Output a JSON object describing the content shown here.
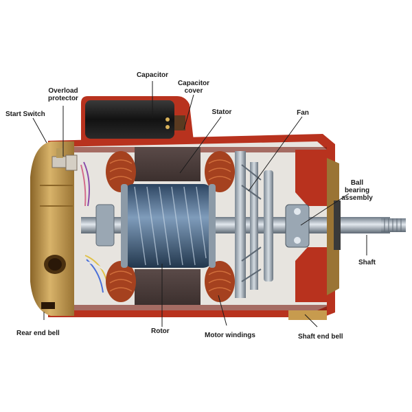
{
  "labels": {
    "capacitor": "Capacitor",
    "capacitor_cover": "Capacitor\ncover",
    "overload_protector": "Overload\nprotector",
    "start_switch": "Start Switch",
    "stator": "Stator",
    "fan": "Fan",
    "ball_bearing_assembly": "Ball\nbearing\nassembly",
    "shaft": "Shaft",
    "rear_end_bell": "Rear end bell",
    "rotor": "Rotor",
    "motor_windings": "Motor windings",
    "shaft_end_bell": "Shaft end bell"
  },
  "colors": {
    "housing_red": "#b8321e",
    "housing_dark": "#7a1c10",
    "end_bell_gold": "#c79b4e",
    "end_bell_dark": "#8a6528",
    "copper": "#a5411f",
    "rotor_blue": "#3e5a7a",
    "steel": "#9aa7b3",
    "capacitor_black": "#161616"
  }
}
